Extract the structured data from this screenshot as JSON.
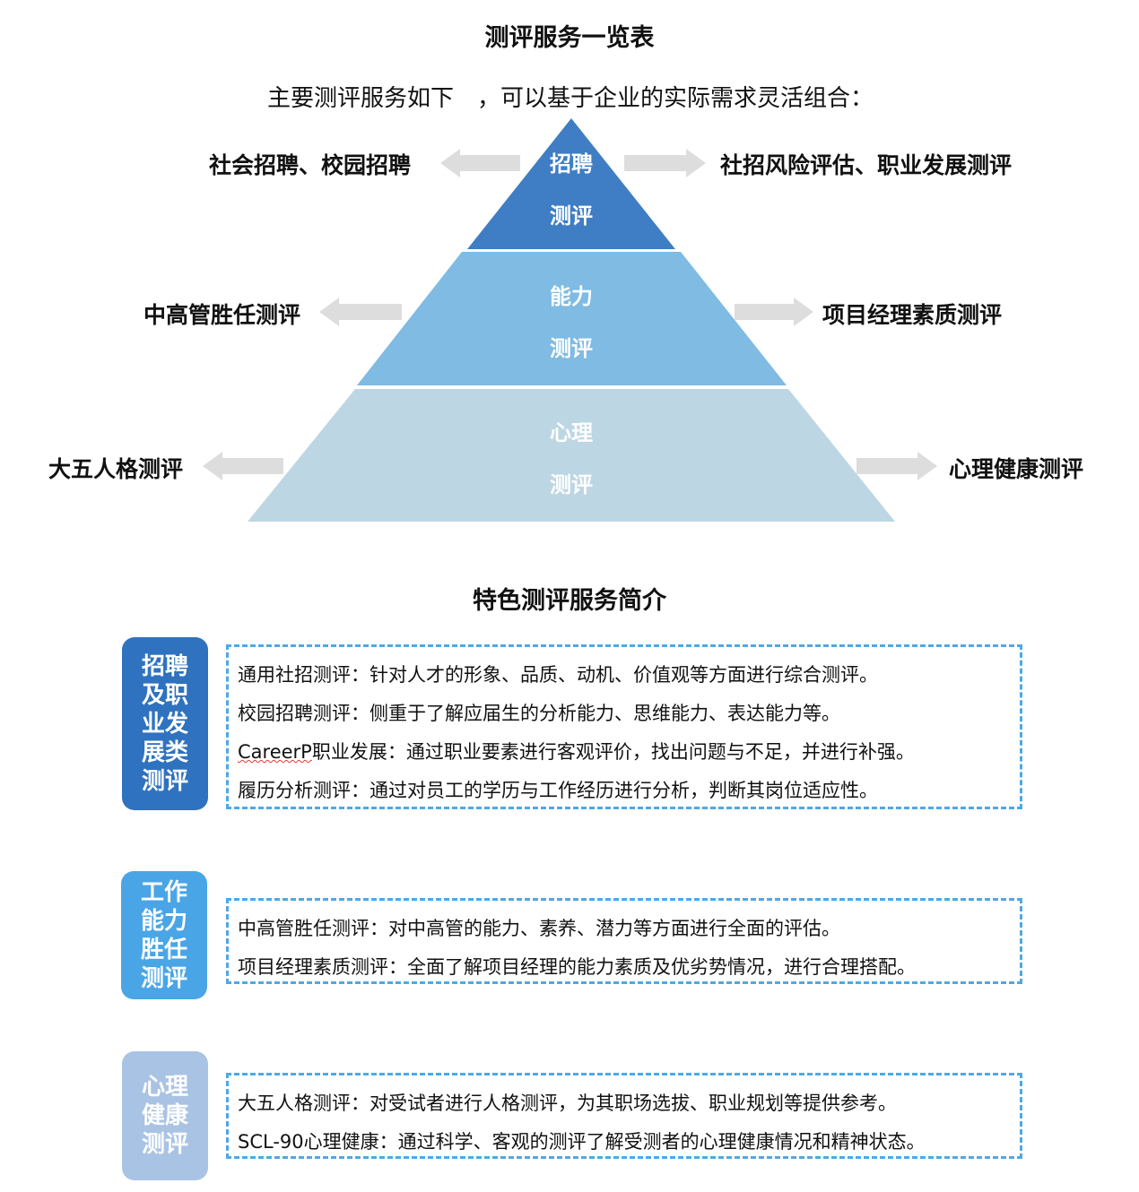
{
  "header": {
    "title": "测评服务一览表",
    "subtitle": "主要测评服务如下　，可以基于企业的实际需求灵活组合："
  },
  "pyramid": {
    "tiers": [
      {
        "line1": "招聘",
        "line2": "测评",
        "color": "#3f7dc4",
        "left_label": "社会招聘、校园招聘",
        "right_label": "社招风险评估、职业发展测评"
      },
      {
        "line1": "能力",
        "line2": "测评",
        "color": "#7fbbe2",
        "left_label": "中高管胜任测评",
        "right_label": "项目经理素质测评"
      },
      {
        "line1": "心理",
        "line2": "测评",
        "color": "#bdd6e4",
        "left_label": "大五人格测评",
        "right_label": "心理健康测评"
      }
    ],
    "arrow_color": "#dddddd"
  },
  "features": {
    "title": "特色测评服务简介",
    "groups": [
      {
        "category_lines": [
          "招聘",
          "及职",
          "业发",
          "展类",
          "测评"
        ],
        "color": "#2f72bf",
        "items": [
          {
            "text": "通用社招测评：针对人才的形象、品质、动机、价值观等方面进行综合测评。"
          },
          {
            "text": "校园招聘测评：侧重于了解应届生的分析能力、思维能力、表达能力等。"
          },
          {
            "prefix": "CareerP",
            "text": "职业发展：通过职业要素进行客观评价，找出问题与不足，并进行补强。"
          },
          {
            "text": "履历分析测评：通过对员工的学历与工作经历进行分析，判断其岗位适应性。"
          }
        ]
      },
      {
        "category_lines": [
          "工作",
          "能力",
          "胜任",
          "测评"
        ],
        "color": "#4aa5e6",
        "items": [
          {
            "text": "中高管胜任测评：对中高管的能力、素养、潜力等方面进行全面的评估。"
          },
          {
            "text": "项目经理素质测评：全面了解项目经理的能力素质及优劣势情况，进行合理搭配。"
          }
        ]
      },
      {
        "category_lines": [
          "心理",
          "健康",
          "测评"
        ],
        "color": "#a9c3e4",
        "items": [
          {
            "text": "大五人格测评：对受试者进行人格测评，为其职场选拔、职业规划等提供参考。"
          },
          {
            "text": "SCL-90心理健康：通过科学、客观的测评了解受测者的心理健康情况和精神状态。"
          }
        ]
      }
    ]
  }
}
